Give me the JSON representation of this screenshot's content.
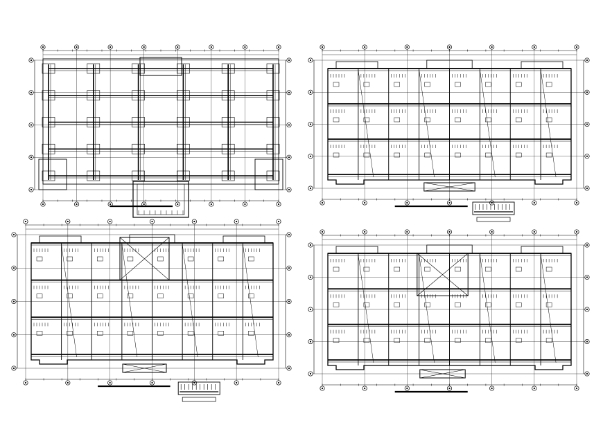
{
  "sheet": {
    "background": "#ffffff",
    "line_color": "#000000",
    "plans": [
      {
        "id": "plan-1",
        "kind": "foundation",
        "grid_columns": 8,
        "grid_rows": 5,
        "has_detail_key": false
      },
      {
        "id": "plan-2",
        "kind": "floor",
        "grid_columns": 7,
        "grid_rows": 5,
        "has_detail_key": true
      },
      {
        "id": "plan-3",
        "kind": "floor",
        "grid_columns": 7,
        "grid_rows": 5,
        "has_detail_key": true
      },
      {
        "id": "plan-4",
        "kind": "floor",
        "grid_columns": 7,
        "grid_rows": 5,
        "has_detail_key": false
      }
    ]
  }
}
